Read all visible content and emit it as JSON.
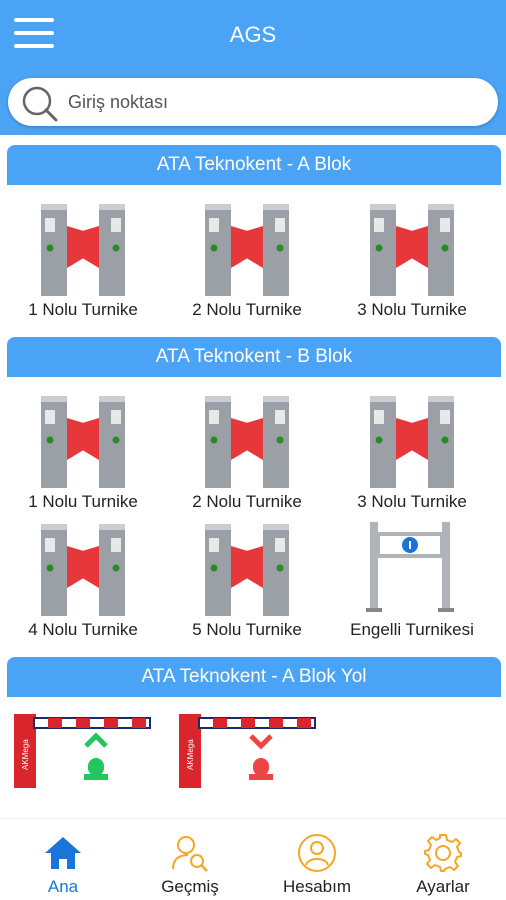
{
  "header": {
    "title": "AGS",
    "menu_icon": "hamburger-icon"
  },
  "search": {
    "placeholder": "Giriş noktası",
    "icon": "search-icon"
  },
  "sections": [
    {
      "title": "ATA Teknokent - A Blok",
      "devices": [
        "1 Nolu Turnike",
        "2 Nolu Turnike",
        "3 Nolu Turnike"
      ]
    },
    {
      "title": "ATA Teknokent - B Blok",
      "devices": [
        "1 Nolu Turnike",
        "2 Nolu Turnike",
        "3 Nolu Turnike",
        "4 Nolu Turnike",
        "5 Nolu Turnike",
        "Engelli Turnikesi"
      ]
    },
    {
      "title": "ATA Teknokent - A Blok Yol",
      "barriers": [
        {
          "brand": "AKMega",
          "state": "open",
          "signal_color": "#22c55e"
        },
        {
          "brand": "AKMega",
          "state": "closed",
          "signal_color": "#ef4444"
        }
      ]
    }
  ],
  "bottom_nav": {
    "items": [
      {
        "label": "Ana",
        "icon": "home-icon",
        "active": true
      },
      {
        "label": "Geçmiş",
        "icon": "history-search-icon",
        "active": false
      },
      {
        "label": "Hesabım",
        "icon": "account-icon",
        "active": false
      },
      {
        "label": "Ayarlar",
        "icon": "gear-icon",
        "active": false
      }
    ]
  },
  "colors": {
    "primary": "#4aa3f5",
    "active_nav": "#1b74d9",
    "nav_icon": "#f5a623",
    "turnstile_flap": "#e8373b"
  }
}
